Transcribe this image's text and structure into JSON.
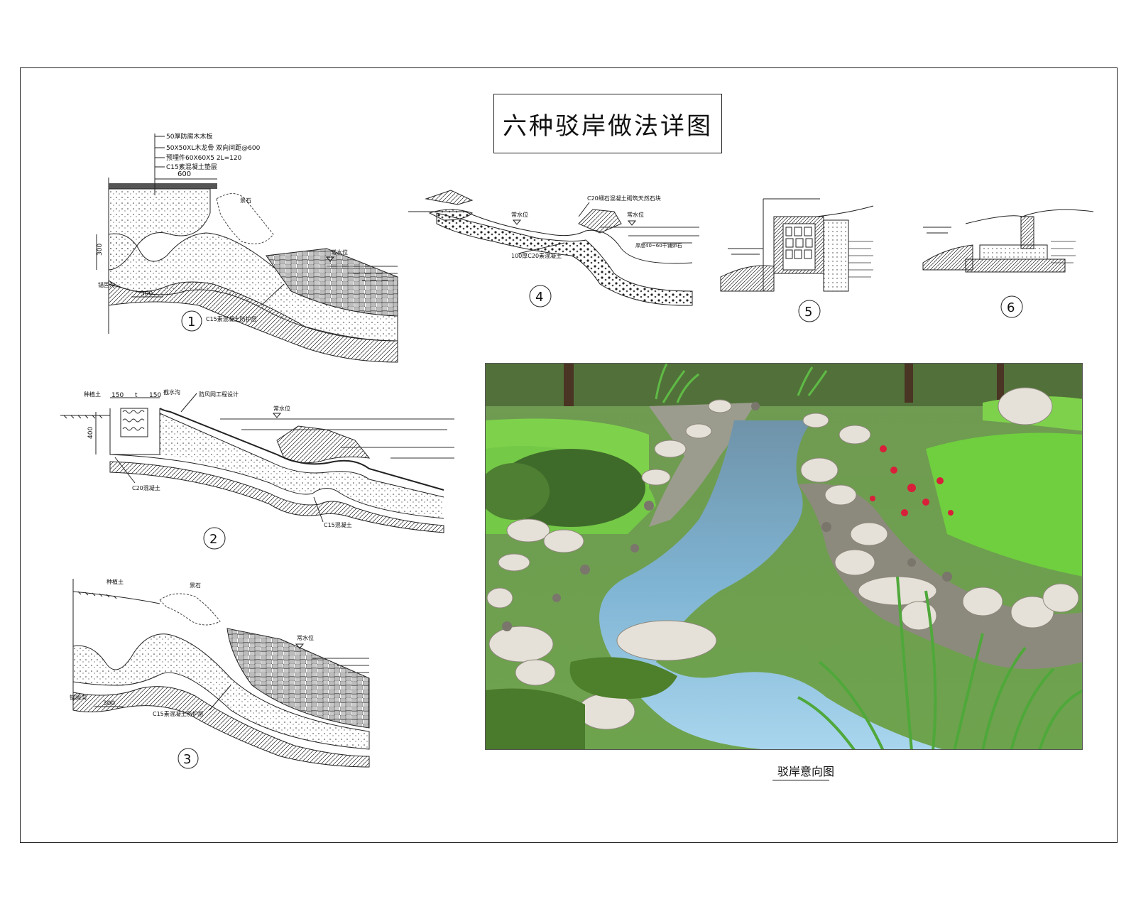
{
  "title": "六种驳岸做法详图",
  "photo_caption": "驳岸意向图",
  "details": {
    "d1": {
      "number": "1",
      "spec_lines": [
        "50厚防腐木木板",
        "50X50XL木龙骨  双向间距@600",
        "预埋件60X60X5  2L=120",
        "C15素混凝土垫层"
      ],
      "dim_top": "600",
      "dim_side": "300",
      "dim_bottom": "300",
      "label_rock": "景石",
      "label_water": "常水位",
      "label_ground": "锚固沟",
      "label_c15": "C15素混凝土防护层"
    },
    "d2": {
      "number": "2",
      "label_soil": "种植土",
      "dim_a": "150",
      "dim_t": "t",
      "dim_b": "150",
      "label_drain": "截水沟",
      "label_mesh": "防风网工程设计",
      "label_water": "常水位",
      "dim_side": "400",
      "label_c20": "C20混凝土",
      "label_c15": "C15混凝土"
    },
    "d3": {
      "number": "3",
      "label_soil": "种植土",
      "label_rock": "景石",
      "label_water": "常水位",
      "label_ground": "锚固沟",
      "dim_bottom": "300",
      "label_c15": "C15素混凝土防护层"
    },
    "d4": {
      "number": "4",
      "label_water1": "常水位",
      "label_top": "C20细石混凝土砌筑天然石块",
      "label_water2": "常水位",
      "label_stone": "厚度40~60干铺卵石",
      "label_base": "100厚C20素混凝土"
    },
    "d5": {
      "number": "5"
    },
    "d6": {
      "number": "6"
    }
  }
}
